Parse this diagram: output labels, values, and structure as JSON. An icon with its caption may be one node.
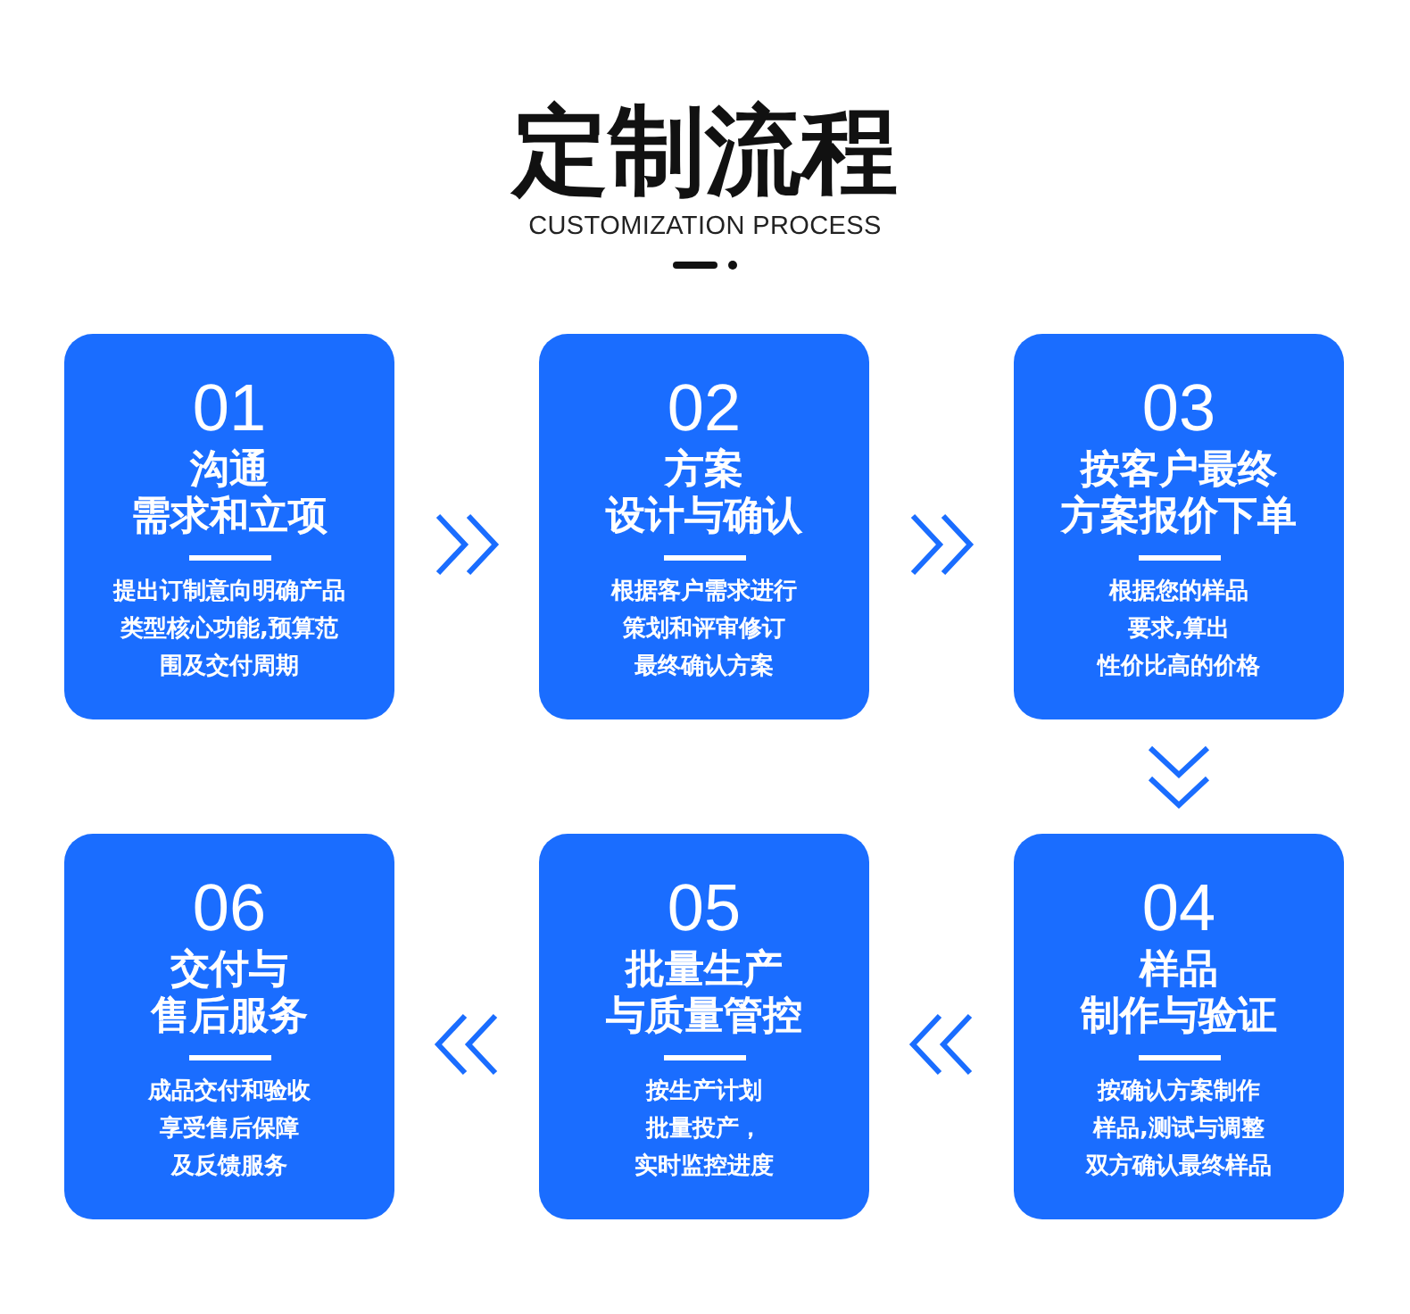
{
  "diagram": {
    "title": "定制流程",
    "nodes": [
      {
        "text": [
          "01",
          "沟通需求和立项",
          "提出订制意向明确产品类型核心功能,预算范围及交付周期"
        ]
      },
      {
        "text": [
          "02",
          "方案设计与确认",
          "根据客户需求进行策划和评审修订最终确认方案"
        ]
      },
      {
        "text": [
          "03",
          "按客户最终方案报价下单",
          "根据您的样品要求,算出性价比高的价格"
        ]
      },
      {
        "text": [
          "04",
          "样品制作与验证",
          "按确认方案制作样品,测试与调整双方确认最终样品"
        ]
      },
      {
        "text": [
          "05",
          "批量生产与质量管控",
          "按生产计划批量投产，实时监控进度"
        ]
      },
      {
        "text": [
          "06",
          "交付与售后服务",
          "成品交付和验收享受售后保障及反馈服务"
        ]
      }
    ],
    "edges": [
      {
        "from": 0,
        "to": 1,
        "arrow": "to"
      },
      {
        "from": 1,
        "to": 2,
        "arrow": "to"
      },
      {
        "from": 2,
        "to": 3,
        "arrow": "to"
      },
      {
        "from": 3,
        "to": 4,
        "arrow": "to"
      },
      {
        "from": 4,
        "to": 5,
        "arrow": "to"
      }
    ],
    "labels": [
      "CUSTOMIZATION PROCESS"
    ]
  }
}
